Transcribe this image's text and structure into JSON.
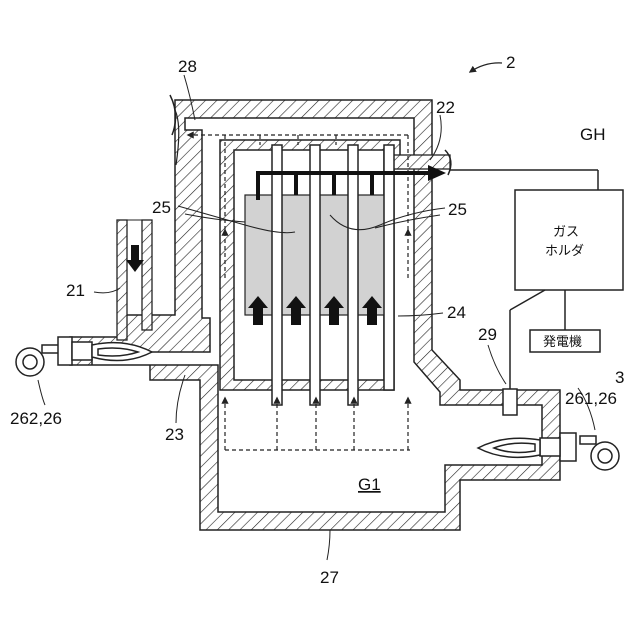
{
  "figure": {
    "labels": {
      "ref_2": "2",
      "ref_28": "28",
      "ref_22": "22",
      "ref_GH": "GH",
      "gas_holder": [
        "ガス",
        "ホルダ"
      ],
      "ref_25_left": "25",
      "ref_25_right": "25",
      "ref_21": "21",
      "ref_24": "24",
      "ref_29": "29",
      "generator": "発電機",
      "ref_3": "3",
      "ref_262_26": "262,26",
      "ref_261_26": "261,26",
      "ref_23": "23",
      "ref_G1": "G1",
      "ref_27": "27"
    }
  }
}
